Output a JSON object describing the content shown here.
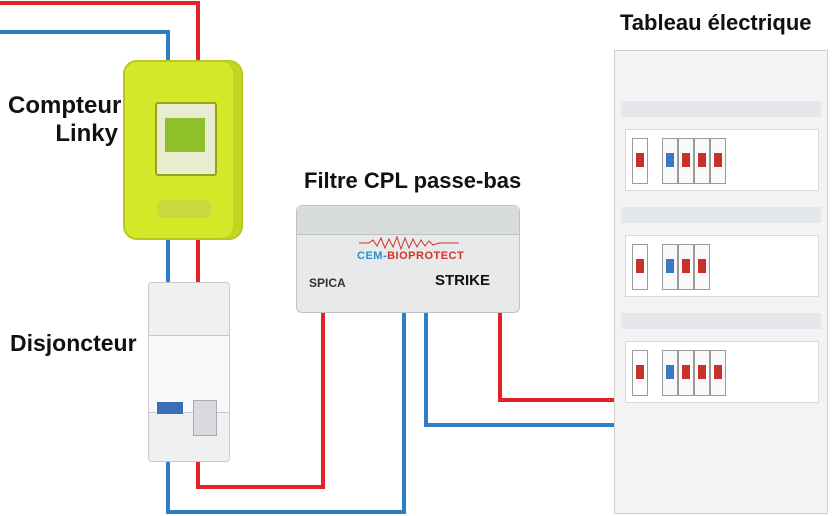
{
  "labels": {
    "compteur_line1": "Compteur",
    "compteur_line2": "Linky",
    "disjoncteur": "Disjoncteur",
    "filtre": "Filtre CPL passe-bas",
    "tableau": "Tableau électrique"
  },
  "devices": {
    "filter_brand_a": "CEM-",
    "filter_brand_b": "BIOPROTECT",
    "filter_maker": "SPICA",
    "filter_model": "STRIKE"
  },
  "colors": {
    "phase_wire": "#e3232a",
    "neutral_wire": "#2d7fc5",
    "meter_body": "#d6e82a"
  }
}
